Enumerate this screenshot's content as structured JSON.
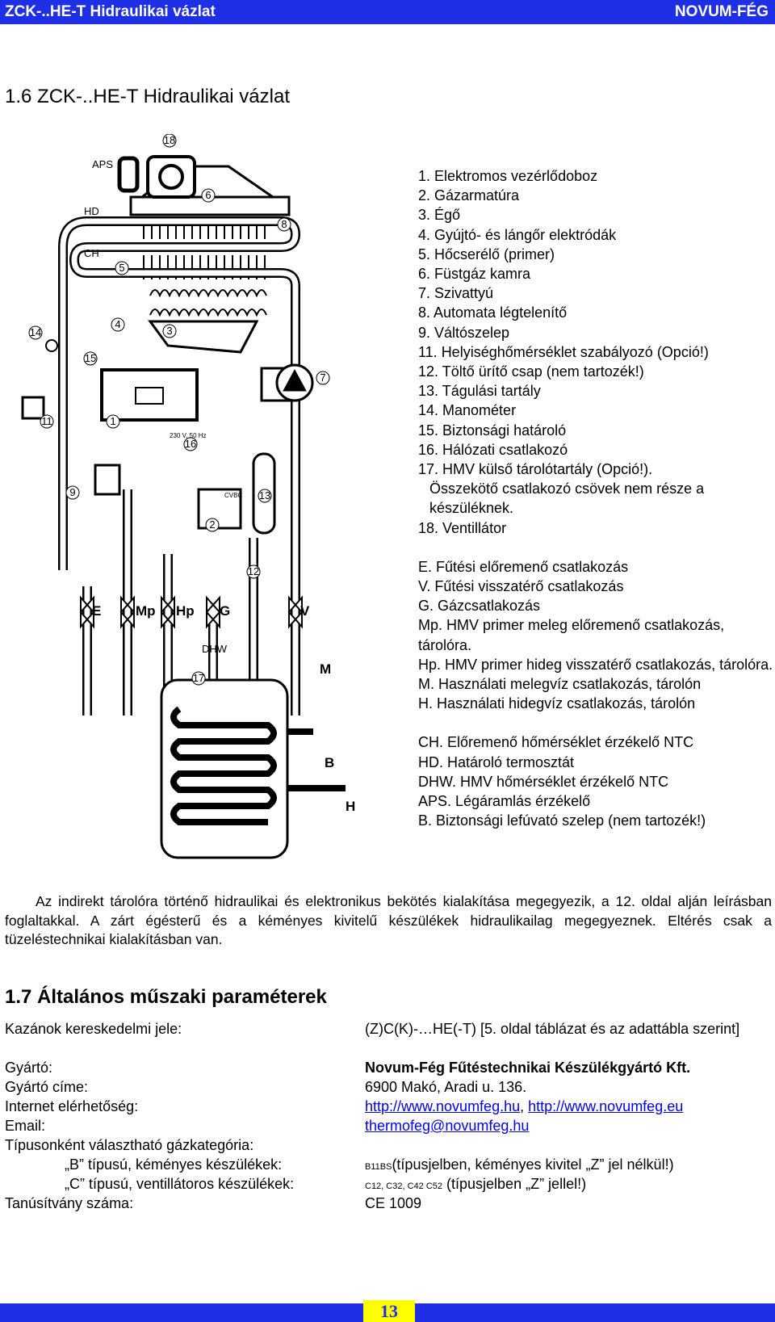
{
  "header": {
    "title": "ZCK-..HE-T Hidraulikai vázlat",
    "brand": "NOVUM-FÉG"
  },
  "section_title": "1.6 ZCK-..HE-T Hidraulikai vázlat",
  "diagram": {
    "labels": {
      "aps": "APS",
      "hd": "HD",
      "ch": "CH",
      "dhw": "DHW",
      "cvbc": "CVBC",
      "power": "230 V, 50 Hz",
      "e": "E",
      "mp": "Mp",
      "hp": "Hp",
      "g": "G",
      "v": "V",
      "m": "M",
      "b": "B",
      "h": "H"
    },
    "numbers": [
      "18",
      "6",
      "8",
      "5",
      "4",
      "3",
      "14",
      "15",
      "7",
      "11",
      "1",
      "16",
      "9",
      "13",
      "2",
      "12",
      "17"
    ]
  },
  "legend": {
    "items": [
      "1.  Elektromos vezérlődoboz",
      "2.  Gázarmatúra",
      "3.  Égő",
      "4.  Gyújtó- és lángőr elektródák",
      "5.  Hőcserélő (primer)",
      "6.  Füstgáz kamra",
      "7.  Szivattyú",
      "8.  Automata légtelenítő",
      "9.  Váltószelep",
      "11. Helyiséghőmérséklet szabályozó (Opció!)",
      "12. Töltő ürítő csap (nem tartozék!)",
      "13. Tágulási tartály",
      "14. Manométer",
      "15. Biztonsági határoló",
      "16. Hálózati csatlakozó",
      "17. HMV külső tárolótartály (Opció!).",
      "Összekötő csatlakozó csövek nem része a készüléknek.",
      "18. Ventillátor"
    ],
    "connections": [
      "E.  Fűtési előremenő csatlakozás",
      "V.  Fűtési visszatérő csatlakozás",
      "G.  Gázcsatlakozás",
      "Mp.  HMV primer meleg előremenő csatlakozás, tárolóra.",
      "Hp.  HMV primer hideg visszatérő csatlakozás, tárolóra.",
      "M.  Használati melegvíz csatlakozás, tárolón",
      "H.  Használati hidegvíz csatlakozás, tárolón"
    ],
    "sensors": [
      "CH.  Előremenő hőmérséklet érzékelő NTC",
      "HD.  Határoló termosztát",
      "DHW.  HMV hőmérséklet érzékelő NTC",
      "APS.  Légáramlás érzékelő",
      "B.  Biztonsági lefúvató szelep  (nem tartozék!)"
    ]
  },
  "paragraph": "Az indirekt tárolóra történő hidraulikai és elektronikus bekötés kialakítása megegyezik, a 12. oldal alján leírásban foglaltakkal. A zárt égésterű és a kéményes kivitelű készülékek hidraulikailag megegyeznek. Eltérés csak a tüzeléstechnikai kialakításban van.",
  "section_title_2": "1.7 Általános műszaki paraméterek",
  "params": {
    "trade_label": "Kazánok kereskedelmi jele:",
    "trade_value": "(Z)C(K)-…HE(-T) [5. oldal táblázat és az adattábla szerint]",
    "maker_label": "Gyártó:",
    "maker_value": "Novum-Fég Fűtéstechnikai Készülékgyártó Kft.",
    "address_label": "Gyártó címe:",
    "address_value": "6900 Makó, Aradi u. 136.",
    "web_label": "Internet elérhetőség:",
    "web_value_1": "http://www.novumfeg.hu",
    "web_sep": ", ",
    "web_value_2": "http://www.novumfeg.eu",
    "email_label": "Email:",
    "email_value": "thermofeg@novumfeg.hu",
    "gas_label": "Típusonként választható gázkategória:",
    "b_label": "„B” típusú, kéményes készülékek:",
    "b_code": "B11BS",
    "b_value": "(típusjelben, kéményes kivitel „Z” jel nélkül!)",
    "c_label": "„C” típusú, ventillátoros készülékek:",
    "c_codes": "C12, C32, C42 C52",
    "c_value": "(típusjelben „Z” jellel!)",
    "cert_label": "Tanúsítvány száma:",
    "cert_value": "CE 1009"
  },
  "footer": {
    "page": "13"
  }
}
